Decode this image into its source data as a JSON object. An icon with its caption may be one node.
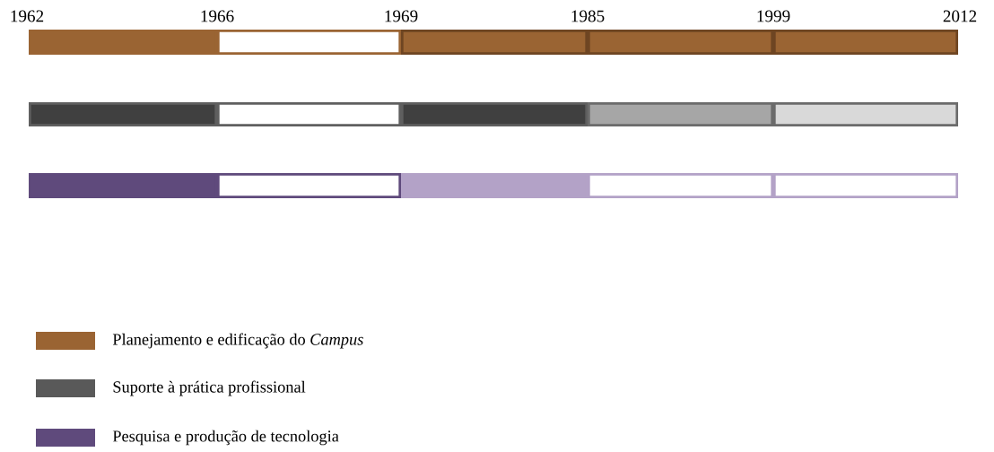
{
  "diagram": {
    "nodes": [
      {
        "text": [],
        "shape": "bar"
      },
      {
        "text": [],
        "shape": "bar"
      },
      {
        "text": [],
        "shape": "bar"
      },
      {
        "text": [],
        "shape": "bar"
      },
      {
        "text": [],
        "shape": "bar"
      },
      {
        "text": [],
        "shape": "bar"
      },
      {
        "text": [],
        "shape": "bar"
      },
      {
        "text": [],
        "shape": "bar"
      },
      {
        "text": [],
        "shape": "bar"
      },
      {
        "text": [],
        "shape": "bar"
      },
      {
        "text": [],
        "shape": "bar"
      },
      {
        "text": [],
        "shape": "bar"
      },
      {
        "text": [],
        "shape": "bar"
      },
      {
        "text": [],
        "shape": "bar"
      },
      {
        "text": [],
        "shape": "bar"
      }
    ],
    "labels": [
      "1962",
      "1966",
      "1969",
      "1985",
      "1999",
      "2012"
    ],
    "legend": [
      {
        "text": "Planejamento e edificação do *Campus*",
        "color": "#9a6433"
      },
      {
        "text": "Suporte à prática profissional",
        "color": "#595959"
      },
      {
        "text": "Pesquisa e produção de tecnologia",
        "color": "#5f4a7c"
      }
    ]
  }
}
